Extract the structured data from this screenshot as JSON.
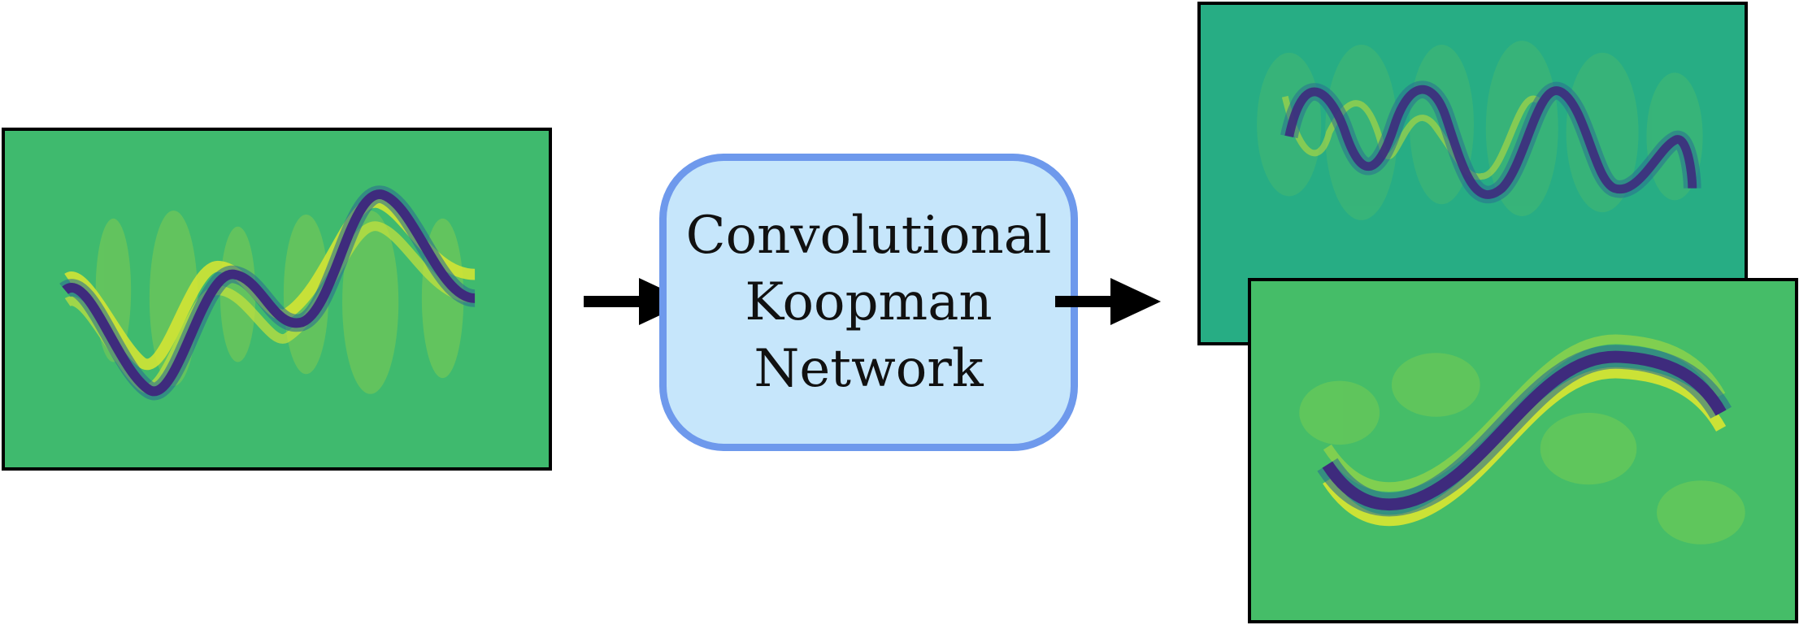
{
  "network": {
    "lines": [
      "Convolutional",
      "Koopman",
      "Network"
    ]
  },
  "colors": {
    "input_background": "#3fba6e",
    "output_top_background": "#27ad84",
    "output_bottom_background": "#45bd68",
    "dark_wave": "#3e2b7d",
    "mid_wave": "#2a6f91",
    "bright_band": "#d9e631",
    "light_band": "#8fd34a",
    "network_fill": "#c6e6fb",
    "network_border": "#6e99ec",
    "arrow": "#000000"
  },
  "icons": {
    "arrow_in": "arrow-right-icon",
    "arrow_out": "arrow-right-icon"
  }
}
